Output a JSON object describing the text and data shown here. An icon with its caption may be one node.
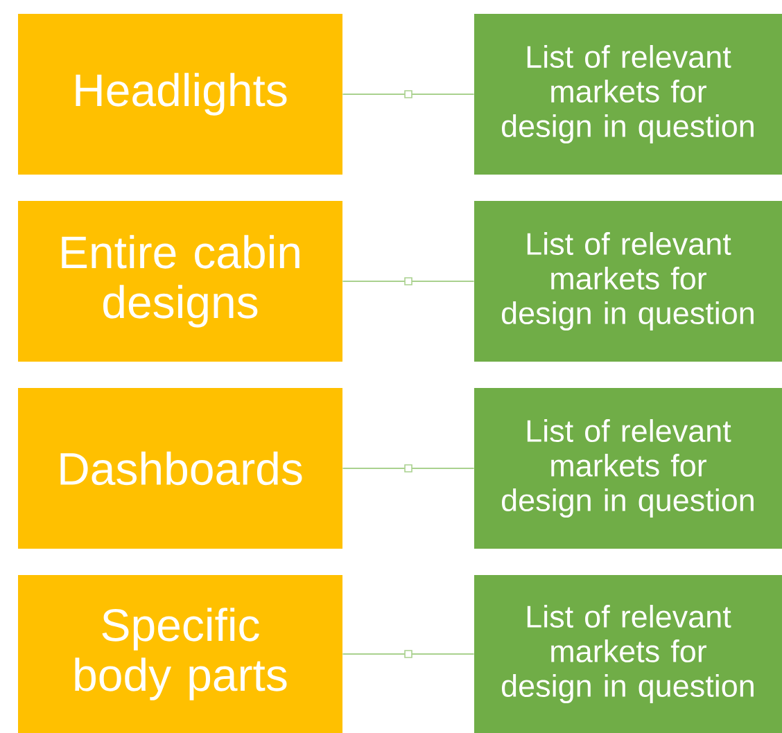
{
  "diagram": {
    "nodes": [
      {
        "text": [
          "Headlights"
        ]
      },
      {
        "text": [
          "List of relevant markets for design in question"
        ]
      },
      {
        "text": [
          "Entire cabin designs"
        ]
      },
      {
        "text": [
          "List of relevant markets for design in question"
        ]
      },
      {
        "text": [
          "Dashboards"
        ]
      },
      {
        "text": [
          "List of relevant markets for design in question"
        ]
      },
      {
        "text": [
          "Specific body parts"
        ]
      },
      {
        "text": [
          "List of relevant markets for design in question"
        ]
      }
    ],
    "edges": [
      {
        "from": 0,
        "to": 1,
        "arrow": "none"
      },
      {
        "from": 2,
        "to": 3,
        "arrow": "none"
      },
      {
        "from": 4,
        "to": 5,
        "arrow": "none"
      },
      {
        "from": 6,
        "to": 7,
        "arrow": "none"
      }
    ]
  }
}
